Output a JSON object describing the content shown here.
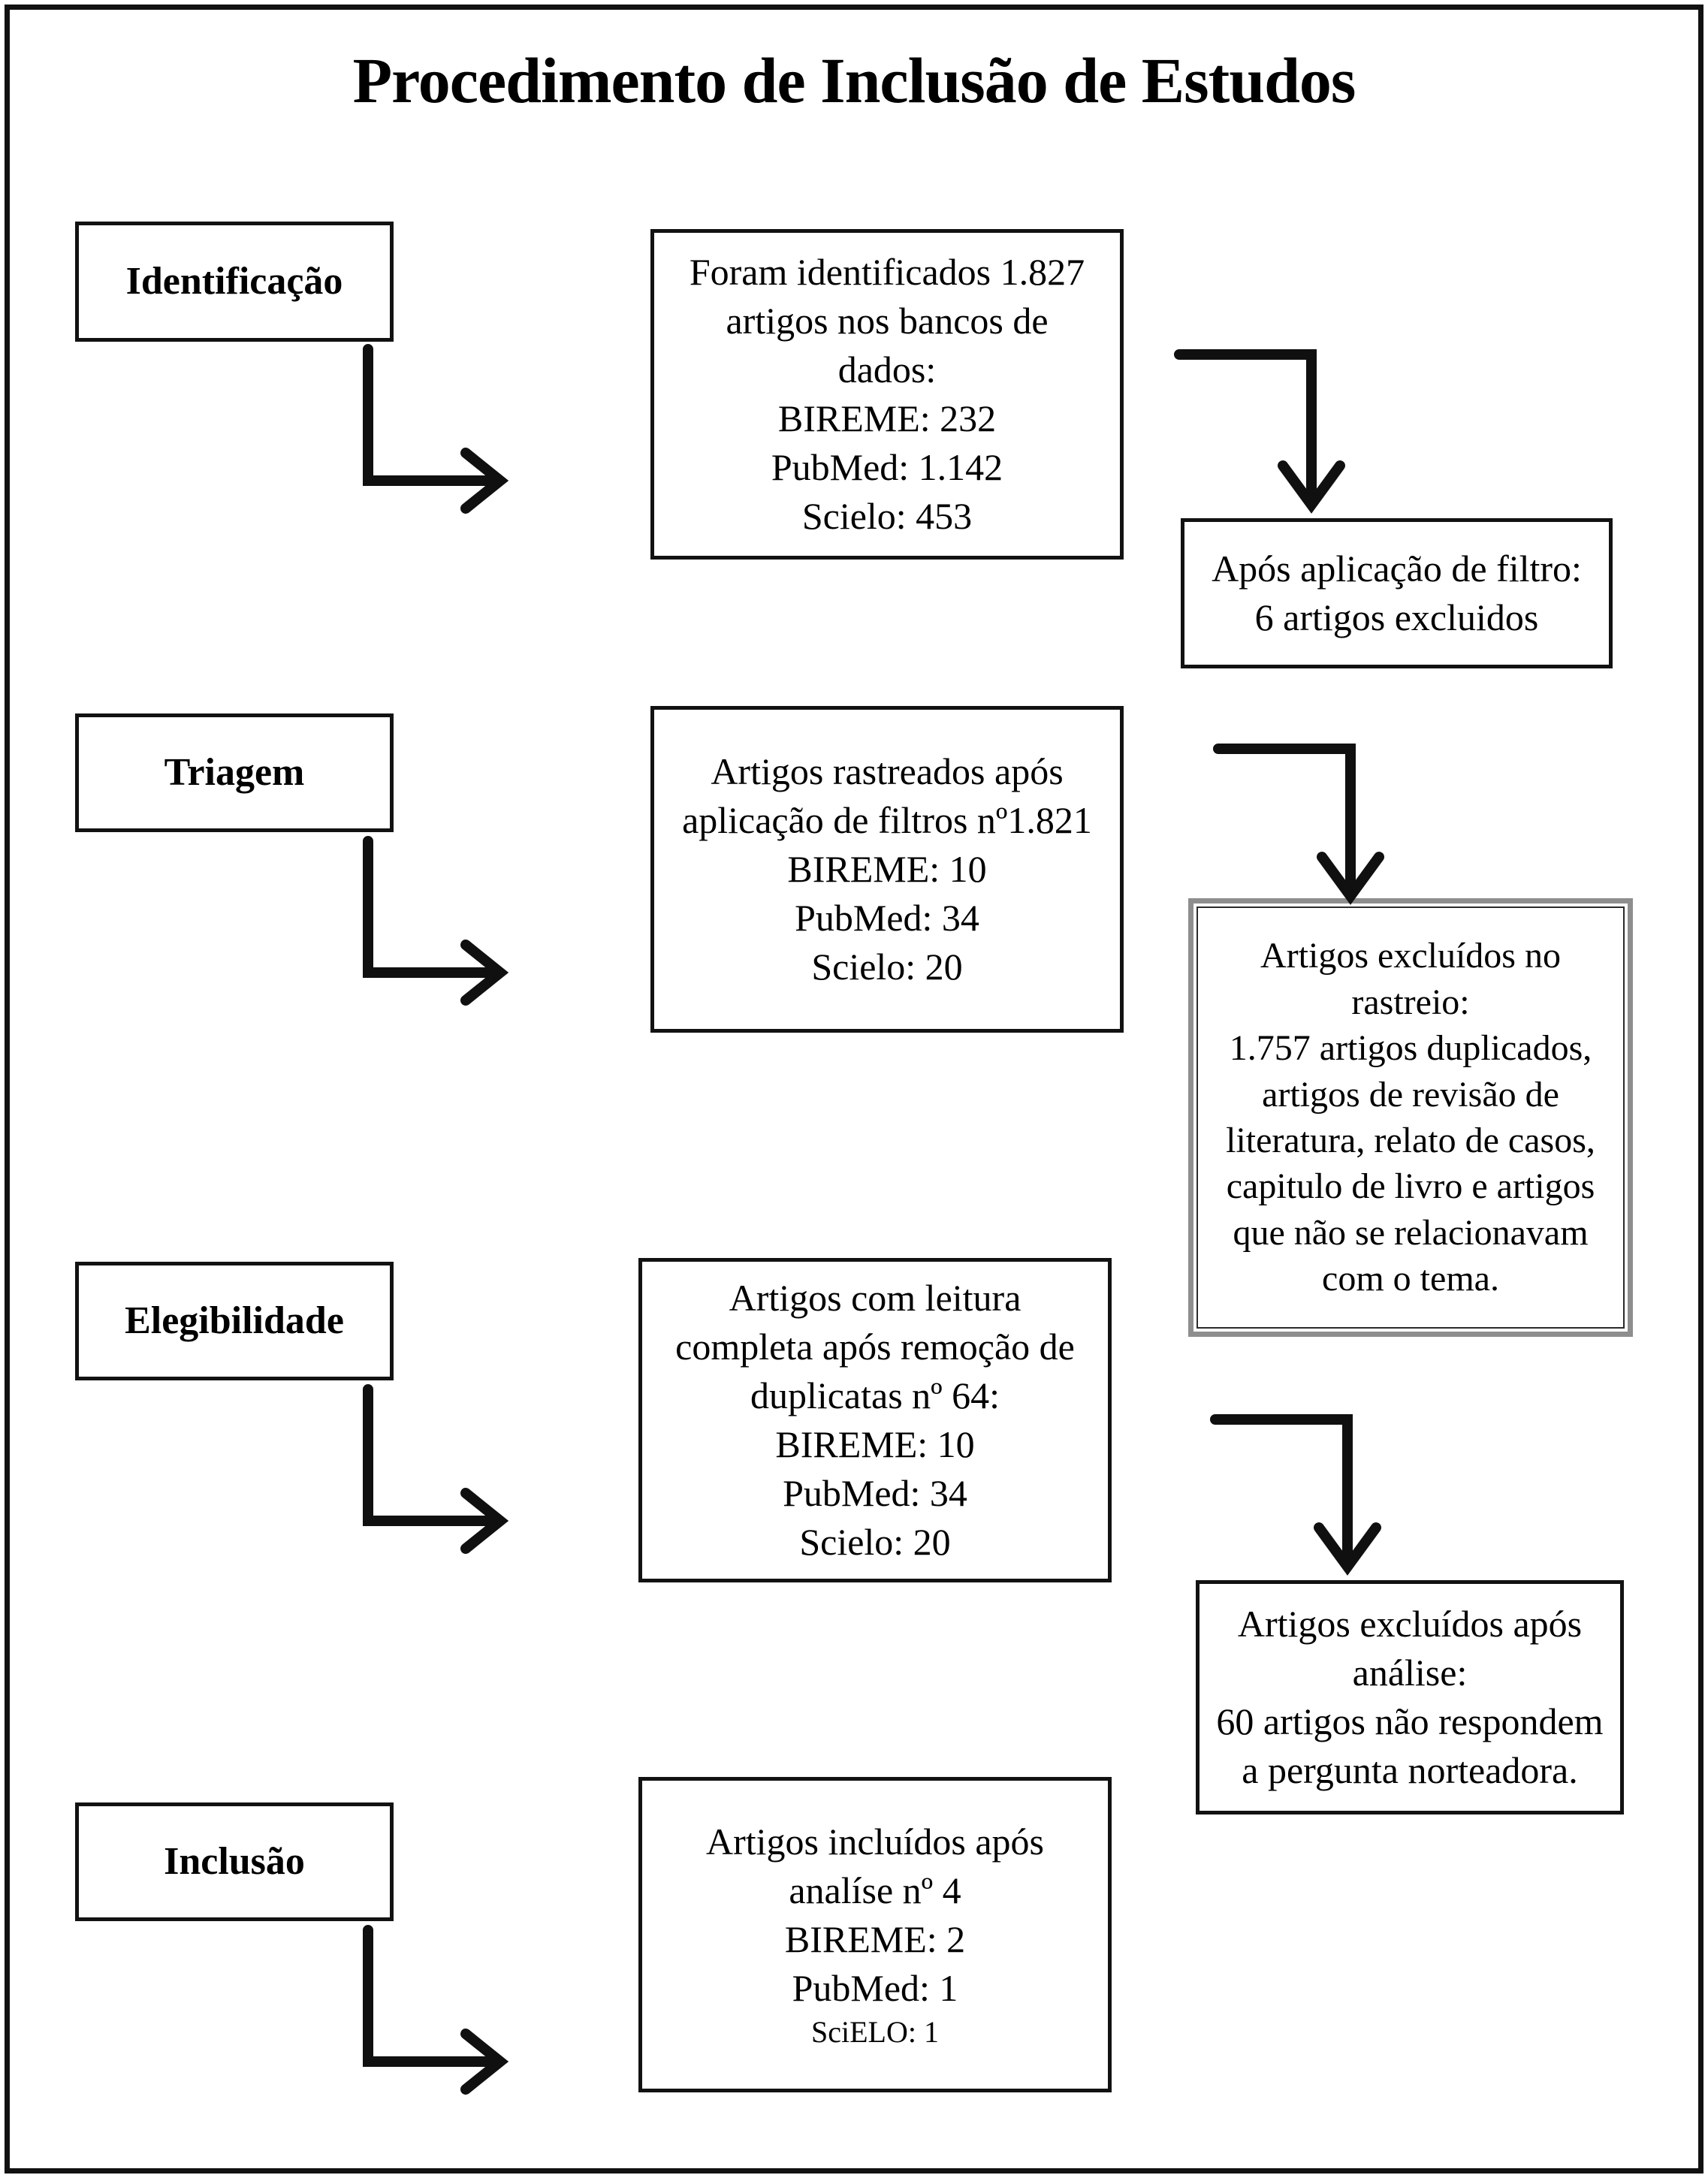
{
  "figure": {
    "title": "Procedimento de Inclusão de Estudos",
    "border_color": "#111111",
    "accent_grey": "#8e8e8e"
  },
  "stages": [
    {
      "id": "identificacao",
      "label": "Identificação"
    },
    {
      "id": "triagem",
      "label": "Triagem"
    },
    {
      "id": "elegibilidade",
      "label": "Elegibilidade"
    },
    {
      "id": "inclusao",
      "label": "Inclusão"
    }
  ],
  "content_boxes": {
    "identificacao": {
      "lines": [
        "Foram identificados 1.827",
        "artigos nos bancos de",
        "dados:",
        "BIREME: 232",
        "PubMed: 1.142",
        "Scielo: 453"
      ]
    },
    "triagem": {
      "lines": [
        "Artigos rastreados após",
        "aplicação de filtros nº1.821",
        "BIREME: 10",
        "PubMed: 34",
        "Scielo: 20"
      ]
    },
    "elegibilidade": {
      "lines": [
        "Artigos com leitura",
        "completa após remoção de",
        "duplicatas nº 64:",
        "BIREME: 10",
        "PubMed: 34",
        "Scielo: 20"
      ]
    },
    "inclusao": {
      "lines": [
        "Artigos incluídos após",
        "analíse nº 4",
        "BIREME: 2",
        "PubMed: 1",
        "SciELO: 1"
      ]
    }
  },
  "exclusion_boxes": {
    "filtro": {
      "lines": [
        "Após aplicação de filtro:",
        "6 artigos excluidos"
      ]
    },
    "rastreio": {
      "lines": [
        "Artigos excluídos no",
        "rastreio:",
        "1.757 artigos duplicados,",
        "artigos de revisão de",
        "literatura, relato de casos,",
        "capitulo de livro e artigos",
        "que não se relacionavam",
        "com o tema."
      ]
    },
    "analise": {
      "lines": [
        "Artigos excluídos após",
        "análise:",
        "60 artigos não respondem",
        "a pergunta norteadora."
      ]
    }
  },
  "chart_data": {
    "type": "diagram",
    "title": "Procedimento de Inclusão de Estudos",
    "flow": "PRISMA-style study inclusion flowchart",
    "stages": [
      {
        "stage": "Identificação",
        "records_identified": 1827,
        "sources": {
          "BIREME": 232,
          "PubMed": 1142,
          "Scielo": 453
        },
        "excluded": {
          "label": "Após aplicação de filtro",
          "count": 6
        }
      },
      {
        "stage": "Triagem",
        "records_screened": 1821,
        "sources": {
          "BIREME": 10,
          "PubMed": 34,
          "Scielo": 20
        },
        "excluded": {
          "label": "Artigos excluídos no rastreio",
          "duplicates": 1757
        }
      },
      {
        "stage": "Elegibilidade",
        "full_text_assessed": 64,
        "sources": {
          "BIREME": 10,
          "PubMed": 34,
          "Scielo": 20
        },
        "excluded": {
          "label": "Artigos excluídos após análise",
          "count": 60
        }
      },
      {
        "stage": "Inclusão",
        "studies_included": 4,
        "sources": {
          "BIREME": 2,
          "PubMed": 1,
          "SciELO": 1
        }
      }
    ]
  }
}
